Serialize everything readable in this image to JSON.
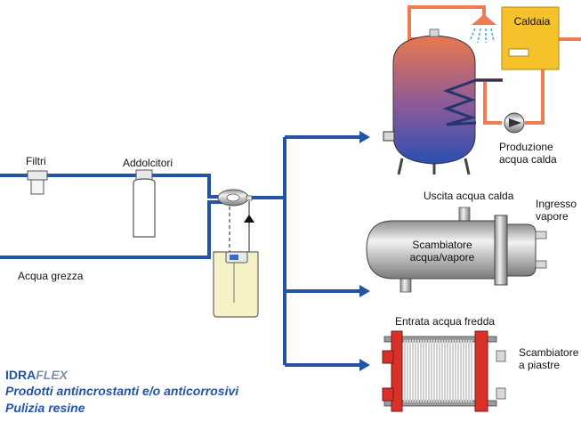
{
  "labels": {
    "filtri": "Filtri",
    "addolcitori": "Addolcitori",
    "acqua_grezza": "Acqua grezza",
    "caldaia": "Caldaia",
    "produzione_line1": "Produzione",
    "produzione_line2": "acqua calda",
    "uscita": "Uscita acqua calda",
    "ingresso_line1": "Ingresso",
    "ingresso_line2": "vapore",
    "scambiatore_av_line1": "Scambiatore",
    "scambiatore_av_line2": "acqua/vapore",
    "entrata": "Entrata acqua fredda",
    "scambiatore_p_line1": "Scambiatore",
    "scambiatore_p_line2": "a piastre"
  },
  "brand": {
    "part1": "IDRA",
    "part2": "FLEX",
    "line1": "Prodotti antincrostanti e/o anticorrosivi",
    "line2": "Pulizia resine"
  },
  "colors": {
    "water_pipe": "#2453a6",
    "hot_pipe": "#ef7b52",
    "boiler": "#f6c22b",
    "tank_metal": "#b9b9b9",
    "plate_red": "#d7312a"
  }
}
